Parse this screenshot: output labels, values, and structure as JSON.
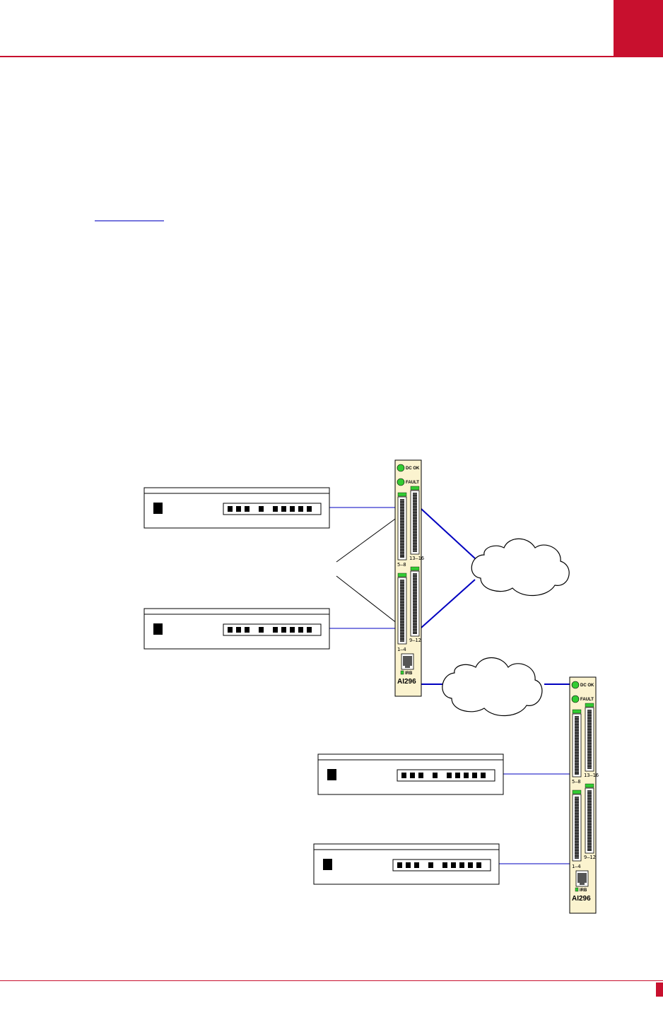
{
  "colors": {
    "accent": "#c8102e",
    "link": "#0000c0",
    "card_fill": "#fbf3cf",
    "led_green": "#33cc33"
  },
  "cards": [
    {
      "model": "AI296",
      "led_dc_ok": "DC OK",
      "led_fault": "FAULT",
      "port_top_left": "5–8",
      "port_top_right": "13–16",
      "port_bottom_left": "1–4",
      "port_bottom_right": "9–12",
      "irb": "IRB"
    },
    {
      "model": "AI296",
      "led_dc_ok": "DC OK",
      "led_fault": "FAULT",
      "port_top_left": "5–8",
      "port_top_right": "13–16",
      "port_bottom_left": "1–4",
      "port_bottom_right": "9–12",
      "irb": "IRB"
    }
  ],
  "icons": [
    "device-icon",
    "cloud-icon",
    "rj45-port-icon",
    "led-icon"
  ]
}
